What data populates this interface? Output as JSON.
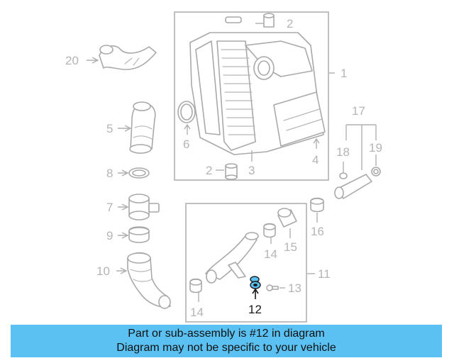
{
  "diagram": {
    "callouts": [
      {
        "id": "p1",
        "text": "1"
      },
      {
        "id": "p2a",
        "text": "2"
      },
      {
        "id": "p2b",
        "text": "2"
      },
      {
        "id": "p3",
        "text": "3"
      },
      {
        "id": "p4",
        "text": "4"
      },
      {
        "id": "p5",
        "text": "5"
      },
      {
        "id": "p6",
        "text": "6"
      },
      {
        "id": "p7",
        "text": "7"
      },
      {
        "id": "p8",
        "text": "8"
      },
      {
        "id": "p9",
        "text": "9"
      },
      {
        "id": "p10",
        "text": "10"
      },
      {
        "id": "p11",
        "text": "11"
      },
      {
        "id": "p12",
        "text": "12"
      },
      {
        "id": "p13",
        "text": "13"
      },
      {
        "id": "p14a",
        "text": "14"
      },
      {
        "id": "p14b",
        "text": "14"
      },
      {
        "id": "p15",
        "text": "15"
      },
      {
        "id": "p16",
        "text": "16"
      },
      {
        "id": "p17",
        "text": "17"
      },
      {
        "id": "p18",
        "text": "18"
      },
      {
        "id": "p19",
        "text": "19"
      },
      {
        "id": "p20",
        "text": "20"
      }
    ],
    "highlight_part": "12",
    "highlight_color": "#5bc1f2",
    "label_color": "#b5b5b5",
    "line_color": "#a9a9a9"
  },
  "banner": {
    "line1": "Part or sub-assembly is #12 in diagram",
    "line2": "Diagram may not be specific to your vehicle",
    "color": "#5bc1f2"
  }
}
